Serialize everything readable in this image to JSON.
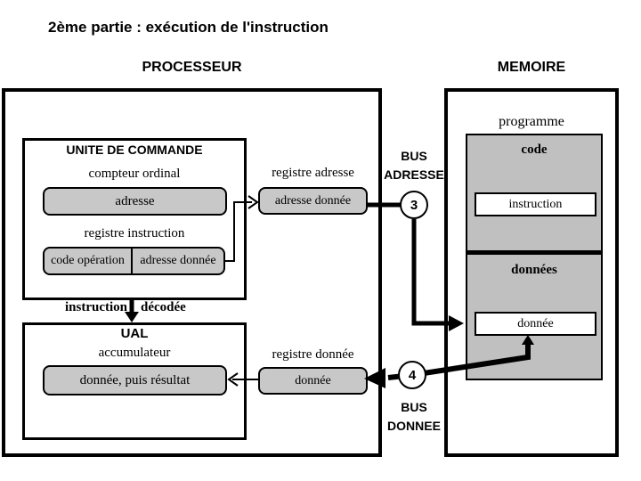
{
  "title": "2ème partie : exécution de l'instruction",
  "processor": {
    "header": "PROCESSEUR",
    "control_unit": {
      "title": "UNITE DE COMMANDE",
      "program_counter_label": "compteur ordinal",
      "program_counter_value": "adresse",
      "instruction_register_label": "registre instruction",
      "opcode_field": "code opération",
      "operand_field": "adresse donnée"
    },
    "decoded_label_left": "instruction",
    "decoded_label_right": "décodée",
    "alu": {
      "title": "UAL",
      "accumulator_label": "accumulateur",
      "accumulator_value": "donnée, puis résultat"
    },
    "address_register": {
      "label": "registre adresse",
      "value": "adresse donnée"
    },
    "data_register": {
      "label": "registre donnée",
      "value": "donnée"
    }
  },
  "buses": {
    "address_bus": {
      "line1": "BUS",
      "line2": "ADRESSE",
      "step": "3"
    },
    "data_bus": {
      "line1": "BUS",
      "line2": "DONNEE",
      "step": "4"
    }
  },
  "memory": {
    "header": "MEMOIRE",
    "program_label": "programme",
    "code_section_label": "code",
    "instruction_cell": "instruction",
    "data_section_label": "données",
    "data_cell": "donnée"
  },
  "colors": {
    "register_fill": "#c8c8c8",
    "memory_fill": "#c0c0c0",
    "line": "#000000",
    "background": "#ffffff"
  }
}
